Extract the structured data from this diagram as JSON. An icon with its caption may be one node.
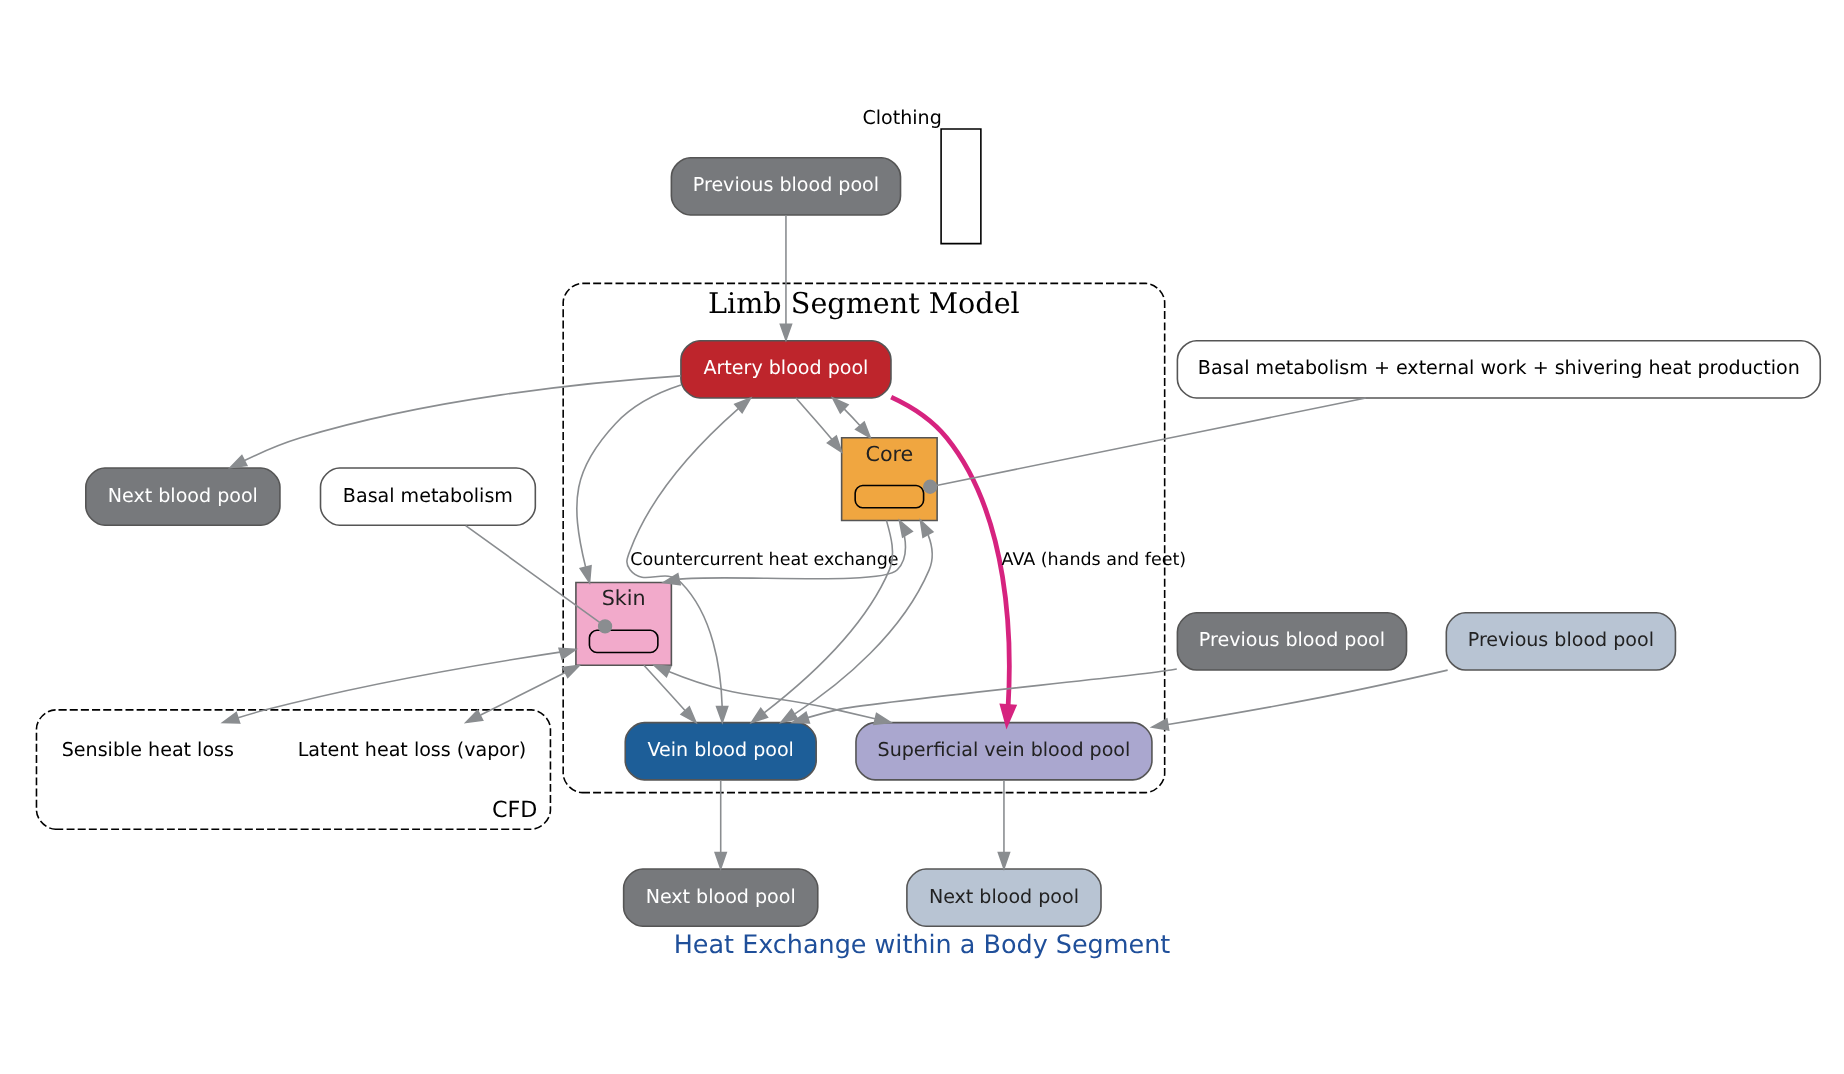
{
  "diagram": {
    "caption": "Heat Exchange within a Body Segment",
    "nodes": [
      {
        "text": [
          "Limb Segment Model"
        ]
      },
      {
        "text": [
          "Previous blood pool"
        ]
      },
      {
        "text": [
          "Artery blood pool"
        ],
        "in": 0
      },
      {
        "text": [
          "Next blood pool"
        ]
      },
      {
        "text": [
          "Core"
        ],
        "in": 0
      },
      {
        "text": [],
        "shape": "box",
        "in": 4
      },
      {
        "text": [
          "Skin"
        ],
        "in": 0
      },
      {
        "text": [],
        "shape": "box",
        "in": 6
      },
      {
        "text": [],
        "shape": "box",
        "beside": [
          "Clothing"
        ]
      },
      {
        "text": [
          "CFD"
        ]
      },
      {
        "text": [
          "Sensible heat loss"
        ],
        "in": 9
      },
      {
        "text": [
          "Latent heat loss (vapor)"
        ],
        "in": 9
      },
      {
        "text": [
          "Vein blood pool"
        ],
        "in": 0
      },
      {
        "text": [
          "Next blood pool"
        ]
      },
      {
        "text": [
          "Previous blood pool"
        ]
      },
      {
        "text": [
          "Superficial vein blood pool"
        ],
        "in": 0
      },
      {
        "text": [
          "Next blood pool"
        ]
      },
      {
        "text": [
          "Previous blood pool"
        ]
      },
      {
        "text": [
          "Basal metabolism + external work + shivering heat production"
        ]
      },
      {
        "text": [
          "Basal metabolism"
        ]
      }
    ],
    "edges": [
      {
        "from": 1,
        "to": 2,
        "arrow": "to"
      },
      {
        "from": 2,
        "to": 3,
        "arrow": "to"
      },
      {
        "from": 2,
        "to": 4,
        "arrow": "to"
      },
      {
        "from": 2,
        "to": 4,
        "arrow": "both"
      },
      {
        "from": 2,
        "to": 6,
        "arrow": "to"
      },
      {
        "from": 4,
        "to": 6,
        "arrow": "both"
      },
      {
        "from": 2,
        "to": 12,
        "arrow": "both",
        "label": "Countercurrent heat exchange"
      },
      {
        "from": 2,
        "to": 15,
        "arrow": "to",
        "label": "AVA (hands and feet)",
        "style": "thick",
        "color": "#d6237f"
      },
      {
        "from": 6,
        "to": 10,
        "arrow": "both"
      },
      {
        "from": 6,
        "to": 11,
        "arrow": "both"
      },
      {
        "from": 4,
        "to": 12,
        "arrow": "to"
      },
      {
        "from": 4,
        "to": 12,
        "arrow": "both"
      },
      {
        "from": 6,
        "to": 12,
        "arrow": "to"
      },
      {
        "from": 6,
        "to": 15,
        "arrow": "both"
      },
      {
        "from": 12,
        "to": 13,
        "arrow": "to"
      },
      {
        "from": 14,
        "to": 12,
        "arrow": "to"
      },
      {
        "from": 15,
        "to": 16,
        "arrow": "to"
      },
      {
        "from": 17,
        "to": 15,
        "arrow": "to"
      },
      {
        "from": 18,
        "to": 5,
        "arrow": "other"
      },
      {
        "from": 19,
        "to": 7,
        "arrow": "other"
      }
    ]
  }
}
